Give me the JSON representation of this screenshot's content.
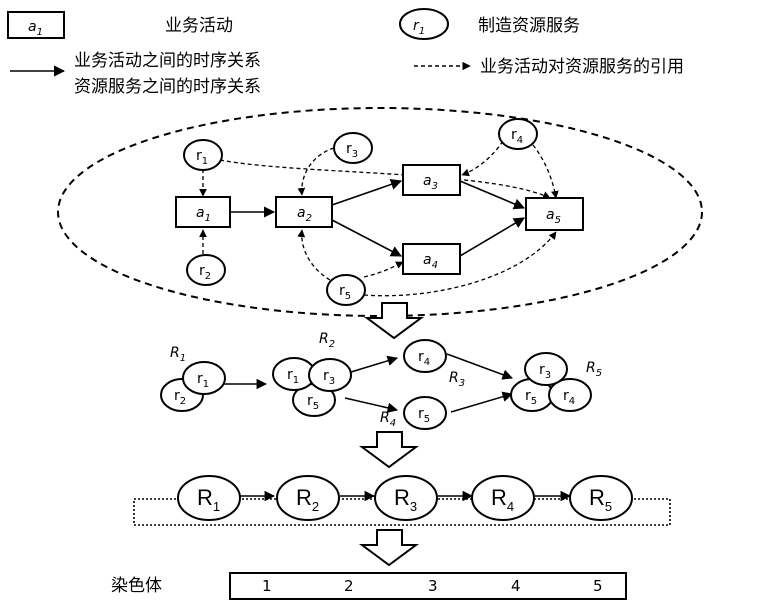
{
  "legend": {
    "activity_symbol": "a",
    "activity_symbol_sub": "1",
    "activity_text": "业务活动",
    "resource_symbol": "r",
    "resource_symbol_sub": "1",
    "resource_text": "制造资源服务",
    "solid_line_text_1": "业务活动之间的时序关系",
    "solid_line_text_2": "资源服务之间的时序关系",
    "dashed_line_text": "业务活动对资源服务的引用"
  },
  "activities": [
    {
      "id": "a1",
      "letter": "a",
      "sub": "1"
    },
    {
      "id": "a2",
      "letter": "a",
      "sub": "2"
    },
    {
      "id": "a3",
      "letter": "a",
      "sub": "3"
    },
    {
      "id": "a4",
      "letter": "a",
      "sub": "4"
    },
    {
      "id": "a5",
      "letter": "a",
      "sub": "5"
    }
  ],
  "resources": [
    {
      "id": "r1",
      "letter": "r",
      "sub": "1"
    },
    {
      "id": "r2",
      "letter": "r",
      "sub": "2"
    },
    {
      "id": "r3",
      "letter": "r",
      "sub": "3"
    },
    {
      "id": "r4",
      "letter": "r",
      "sub": "4"
    },
    {
      "id": "r5",
      "letter": "r",
      "sub": "5"
    }
  ],
  "groups": [
    {
      "id": "R1",
      "letter": "R",
      "sub": "1",
      "members": [
        "r1",
        "r2"
      ]
    },
    {
      "id": "R2",
      "letter": "R",
      "sub": "2",
      "members": [
        "r1",
        "r3",
        "r5"
      ]
    },
    {
      "id": "R3",
      "letter": "R",
      "sub": "3",
      "members": [
        "r4"
      ]
    },
    {
      "id": "R4",
      "letter": "R",
      "sub": "4",
      "members": [
        "r5"
      ]
    },
    {
      "id": "R5",
      "letter": "R",
      "sub": "5",
      "members": [
        "r3",
        "r5",
        "r4"
      ]
    }
  ],
  "edges": {
    "activity_sequence": [
      [
        "a1",
        "a2"
      ],
      [
        "a2",
        "a3"
      ],
      [
        "a2",
        "a4"
      ],
      [
        "a3",
        "a5"
      ],
      [
        "a4",
        "a5"
      ]
    ],
    "references": [
      [
        "r1",
        "a1"
      ],
      [
        "r1",
        "a5"
      ],
      [
        "r2",
        "a1"
      ],
      [
        "r3",
        "a2"
      ],
      [
        "r4",
        "a3"
      ],
      [
        "r4",
        "a5"
      ],
      [
        "r5",
        "a2"
      ],
      [
        "r5",
        "a4"
      ],
      [
        "r5",
        "a5"
      ]
    ],
    "resource_sequence": [
      [
        "R1",
        "R2"
      ],
      [
        "R2",
        "R3"
      ],
      [
        "R2",
        "R4"
      ],
      [
        "R3",
        "R5"
      ],
      [
        "R4",
        "R5"
      ]
    ]
  },
  "sequence": [
    {
      "letter": "R",
      "sub": "1"
    },
    {
      "letter": "R",
      "sub": "2"
    },
    {
      "letter": "R",
      "sub": "3"
    },
    {
      "letter": "R",
      "sub": "4"
    },
    {
      "letter": "R",
      "sub": "5"
    }
  ],
  "chromosome": {
    "label": "染色体",
    "genes": [
      "1",
      "2",
      "3",
      "4",
      "5"
    ]
  }
}
